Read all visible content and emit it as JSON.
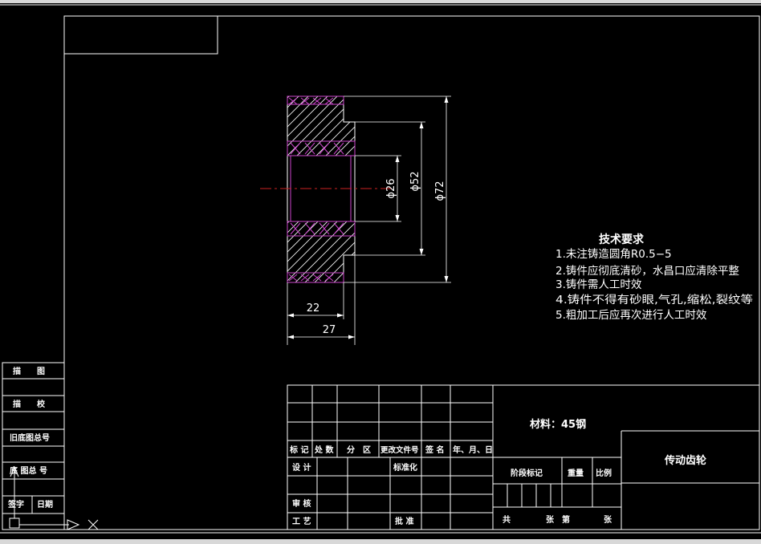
{
  "dimensions": {
    "d26": "ϕ26",
    "d52": "ϕ52",
    "d72": "ϕ72",
    "w22": "22",
    "w27": "27"
  },
  "tech_requirements": {
    "title": "技术要求",
    "items": [
      "1.未注铸造圆角R0.5−5",
      "2.铸件应彻底清砂，水昌口应清除平整",
      "3.铸件需人工时效",
      "4.铸件不得有砂眼,气孔,缩松,裂纹等",
      "5.粗加工后应再次进行人工时效"
    ]
  },
  "side_table": {
    "r1": "描　　图",
    "r2": "描　　校",
    "r3": "旧底图总号",
    "r4": "底 图总 号",
    "r5a": "签字",
    "r5b": "日期"
  },
  "title_block": {
    "hdr_mark": "标 记",
    "hdr_count": "处 数",
    "hdr_zone": "分　区",
    "hdr_docno": "更改文件号",
    "hdr_sign": "签 名",
    "hdr_date": "年、月、日",
    "design": "设 计",
    "standard": "标准化",
    "review": "审 核",
    "process": "工 艺",
    "approve": "批 准",
    "material": "材料：45钢",
    "stage": "阶段标记",
    "weight": "重量",
    "scale": "比例",
    "part_name": "传动齿轮",
    "total": "共",
    "sheets": "张",
    "no": "第",
    "sheet": "张"
  },
  "colors": {
    "background": "#000000",
    "line": "#ffffff",
    "section": "#cc44cc",
    "center": "#cc2222"
  }
}
